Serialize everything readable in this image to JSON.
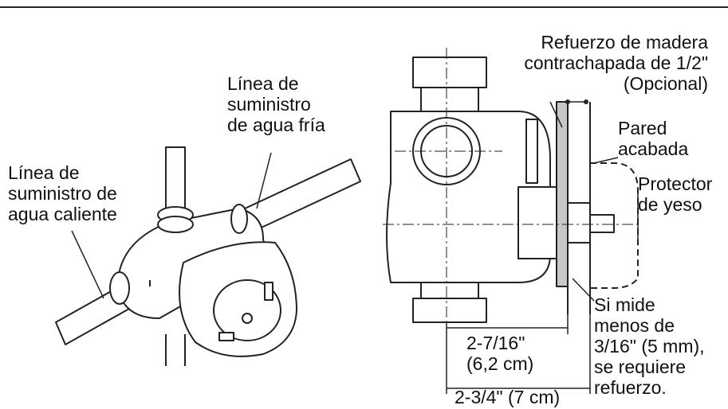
{
  "labels": {
    "cold_supply": [
      "Línea de",
      "suministro",
      "de agua fría"
    ],
    "hot_supply": [
      "Línea de",
      "suministro de",
      "agua caliente"
    ],
    "plywood": [
      "Refuerzo de madera",
      "contrachapada de 1/2\"",
      "(Opcional)"
    ],
    "finished_wall": [
      "Pared",
      "acabada"
    ],
    "plaster_guard": [
      "Protector",
      "de yeso"
    ],
    "note": [
      "Si mide",
      "menos de",
      "3/16\" (5 mm),",
      "se requiere",
      "refuerzo."
    ],
    "dim_inner": [
      "2-7/16\"",
      "(6,2 cm)"
    ],
    "dim_outer": "2-3/4\" (7 cm)"
  },
  "colors": {
    "line": "#222222",
    "plywood_fill": "#c8c8c8"
  }
}
